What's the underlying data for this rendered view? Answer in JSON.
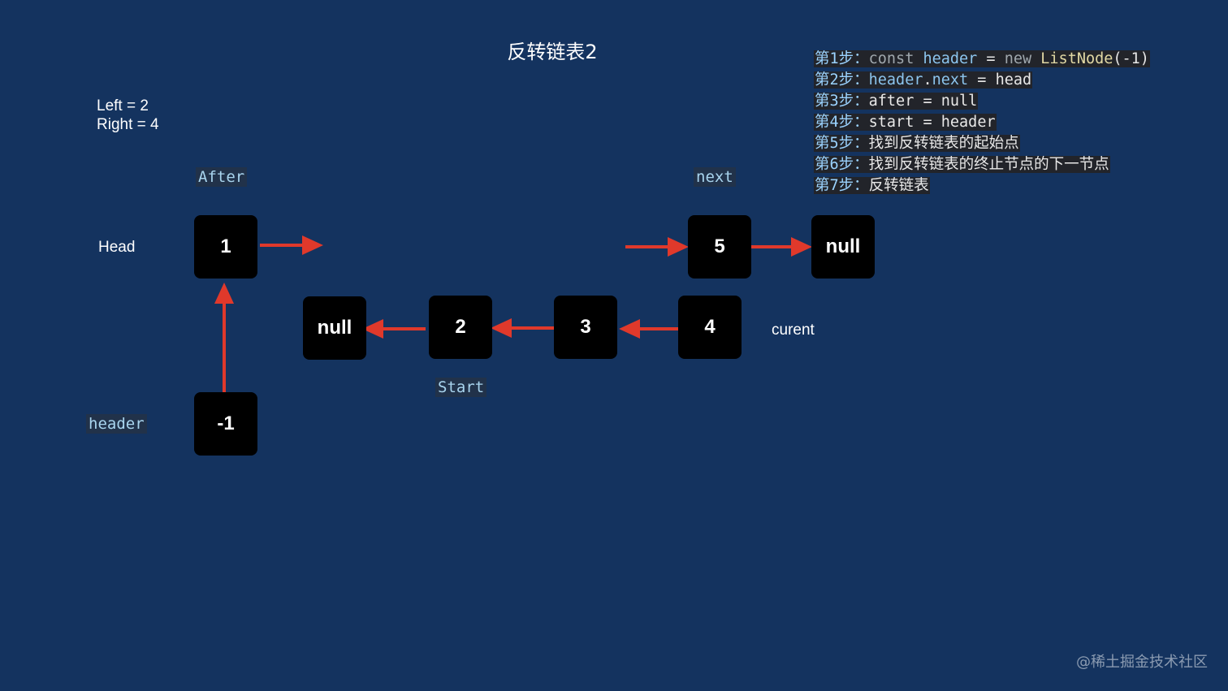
{
  "title": "反转链表2",
  "params": {
    "left": "Left = 2",
    "right": "Right = 4"
  },
  "labels": {
    "after": "After",
    "next": "next",
    "head": "Head",
    "header": "header",
    "start": "Start",
    "current": "curent"
  },
  "nodes": {
    "one": "1",
    "five": "5",
    "null_right": "null",
    "null_left": "null",
    "two": "2",
    "three": "3",
    "four": "4",
    "minus_one": "-1"
  },
  "steps": [
    {
      "prefix": "第1步：",
      "tokens": [
        {
          "t": "const ",
          "c": "tok-kw"
        },
        {
          "t": "header",
          "c": "tok-var"
        },
        {
          "t": " = ",
          "c": "tok-op"
        },
        {
          "t": "new ",
          "c": "tok-kw"
        },
        {
          "t": "ListNode",
          "c": "tok-fn"
        },
        {
          "t": "(-1)",
          "c": "tok-op"
        }
      ]
    },
    {
      "prefix": "第2步：",
      "tokens": [
        {
          "t": "header",
          "c": "tok-var"
        },
        {
          "t": ".",
          "c": "tok-op"
        },
        {
          "t": "next",
          "c": "tok-var"
        },
        {
          "t": " = ",
          "c": "tok-op"
        },
        {
          "t": "head",
          "c": "tok-text"
        }
      ]
    },
    {
      "prefix": "第3步：",
      "tokens": [
        {
          "t": "after",
          "c": "tok-text"
        },
        {
          "t": " = ",
          "c": "tok-op"
        },
        {
          "t": "null",
          "c": "tok-text"
        }
      ]
    },
    {
      "prefix": "第4步：",
      "tokens": [
        {
          "t": "start",
          "c": "tok-text"
        },
        {
          "t": " = ",
          "c": "tok-op"
        },
        {
          "t": "header",
          "c": "tok-text"
        }
      ]
    },
    {
      "prefix": "第5步：",
      "tokens": [
        {
          "t": "找到反转链表的起始点",
          "c": "tok-text"
        }
      ]
    },
    {
      "prefix": "第6步：",
      "tokens": [
        {
          "t": "找到反转链表的终止节点的下一节点",
          "c": "tok-text"
        }
      ]
    },
    {
      "prefix": "第7步：",
      "tokens": [
        {
          "t": "反转链表",
          "c": "tok-text"
        }
      ]
    }
  ],
  "watermark": "@稀土掘金技术社区",
  "colors": {
    "background": "#14335f",
    "arrow": "#e0392b",
    "node": "#000000"
  }
}
